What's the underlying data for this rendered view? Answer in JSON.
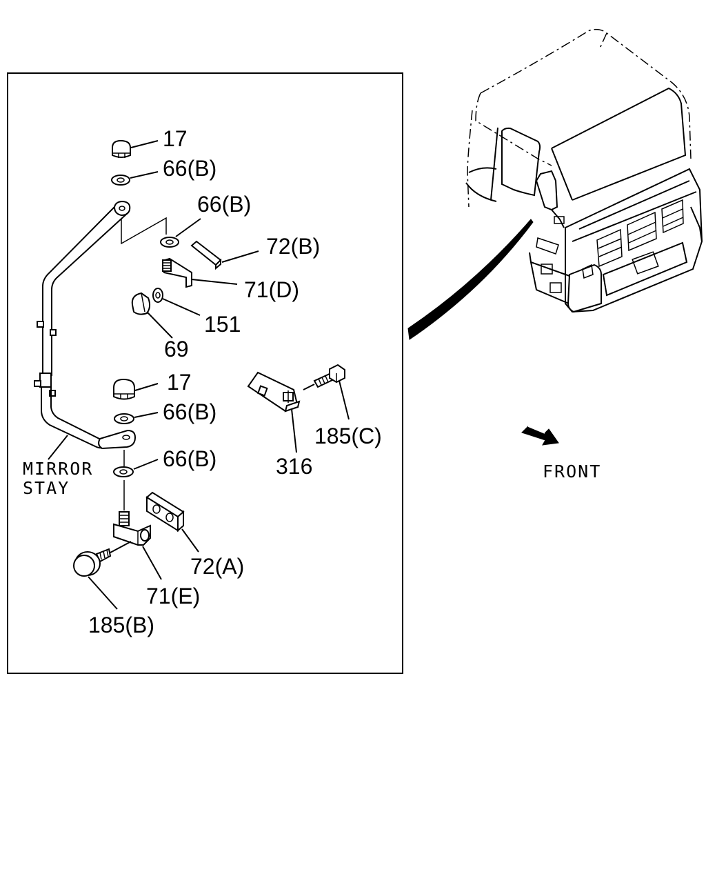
{
  "callouts": {
    "p17_top": "17",
    "p66b_1": "66(B)",
    "p66b_2": "66(B)",
    "p72b": "72(B)",
    "p71d": "71(D)",
    "p151": "151",
    "p69": "69",
    "p17_mid": "17",
    "p66b_3": "66(B)",
    "p66b_4": "66(B)",
    "p72a": "72(A)",
    "p71e": "71(E)",
    "p185b": "185(B)",
    "p316": "316",
    "p185c": "185(C)"
  },
  "labels": {
    "mirror": "MIRROR",
    "stay": "STAY",
    "front": "FRONT"
  },
  "icons": {
    "front_arrow": "arrow-right-down-icon"
  },
  "colors": {
    "line": "#000000",
    "background": "#ffffff"
  }
}
